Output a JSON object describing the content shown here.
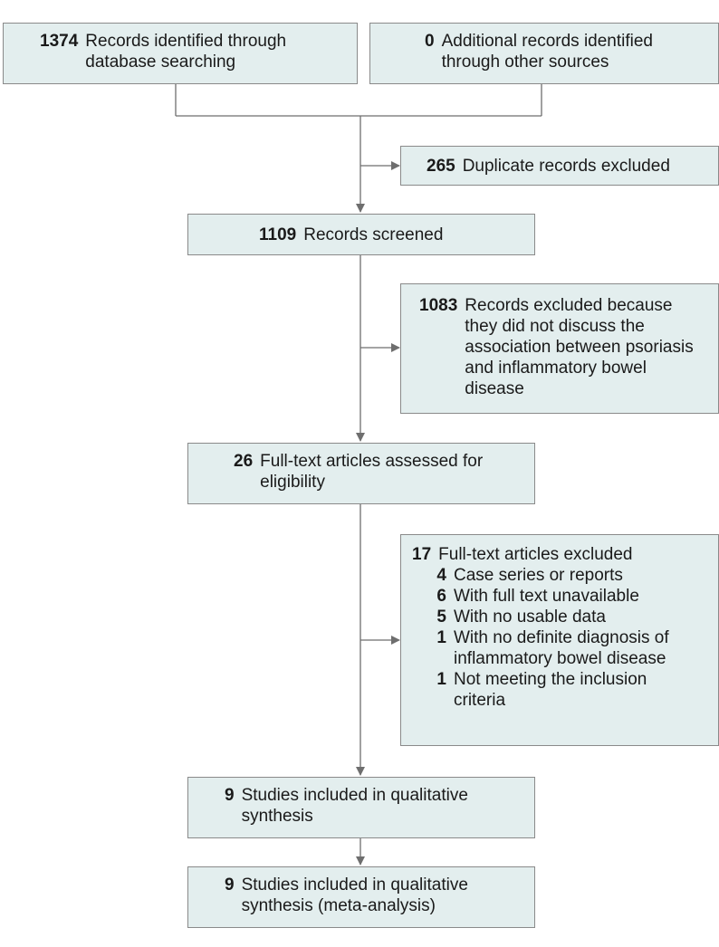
{
  "boxes": {
    "db_search": {
      "count": "1374",
      "text": "Records identified through database searching"
    },
    "other_sources": {
      "count": "0",
      "text": "Additional records identified through other sources"
    },
    "duplicates": {
      "count": "265",
      "text": "Duplicate records excluded"
    },
    "screened": {
      "count": "1109",
      "text": "Records screened"
    },
    "records_excluded": {
      "count": "1083",
      "text": "Records excluded because they did not discuss the association between psoriasis and inflammatory bowel disease"
    },
    "fulltext_assessed": {
      "count": "26",
      "text": "Full-text articles assessed for eligibility"
    },
    "fulltext_excluded": {
      "count": "17",
      "text": "Full-text articles excluded",
      "reasons": [
        {
          "count": "4",
          "text": "Case series or reports"
        },
        {
          "count": "6",
          "text": "With full text unavailable"
        },
        {
          "count": "5",
          "text": "With no usable data"
        },
        {
          "count": "1",
          "text": "With no definite diagnosis of inflammatory bowel disease"
        },
        {
          "count": "1",
          "text": "Not meeting the inclusion criteria"
        }
      ]
    },
    "qualitative": {
      "count": "9",
      "text": "Studies included in qualitative synthesis"
    },
    "meta_analysis": {
      "count": "9",
      "text": "Studies included in qualitative synthesis (meta-analysis)"
    }
  },
  "colors": {
    "box_fill": "#e3eeee",
    "box_border": "#8a8a8a",
    "connector": "#6e6e6e"
  }
}
